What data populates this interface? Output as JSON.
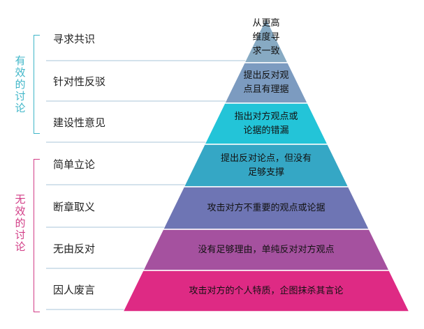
{
  "groups": {
    "effective": "有效的讨论",
    "ineffective": "无效的讨论"
  },
  "levels": [
    {
      "label": "寻求共识",
      "text_lines": [
        "从更高",
        "维度寻",
        "求一致"
      ],
      "color": "#87aac3"
    },
    {
      "label": "针对性反驳",
      "text_lines": [
        "提出反对观",
        "点且有理据"
      ],
      "color": "#7c9bc0"
    },
    {
      "label": "建设性意见",
      "text_lines": [
        "指出对方观点或",
        "论据的错漏"
      ],
      "color": "#23c4d8"
    },
    {
      "label": "简单立论",
      "text_lines": [
        "提出反对论点，但没有",
        "足够支撑"
      ],
      "color": "#35a7c5"
    },
    {
      "label": "断章取义",
      "text_lines": [
        "攻击对方不重要的观点或论据"
      ],
      "color": "#6e75b4"
    },
    {
      "label": "无由反对",
      "text_lines": [
        "没有足够理由，单纯反对对方观点"
      ],
      "color": "#a5519f"
    },
    {
      "label": "因人废言",
      "text_lines": [
        "攻击对方的个人特质，企图抹杀其言论"
      ],
      "color": "#de2a84"
    }
  ],
  "colors": {
    "effective_accent": "#3fb6c8",
    "ineffective_accent": "#d23c86",
    "connector": "#a9c6d8"
  }
}
